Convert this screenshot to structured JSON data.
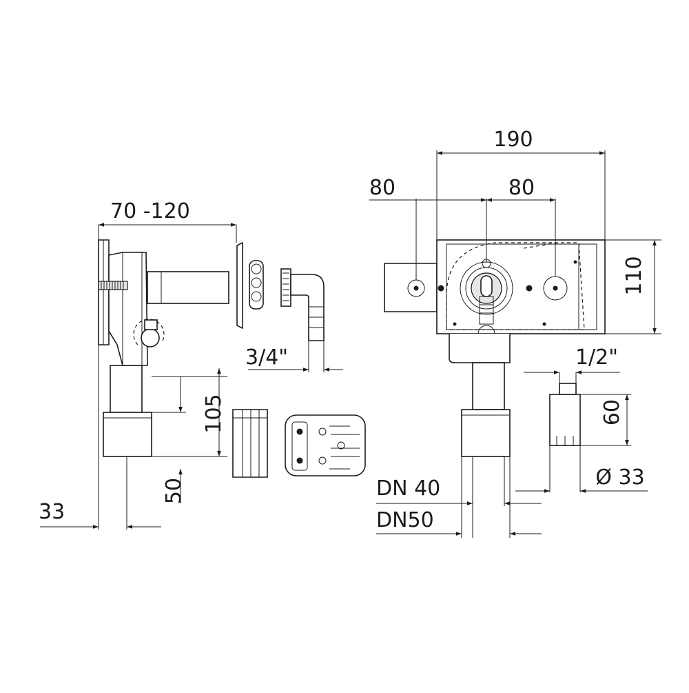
{
  "dimensions": {
    "width_range": "70 -120",
    "height_105": "105",
    "height_50": "50",
    "width_33": "33",
    "hose_thread": "3/4\"",
    "total_width": "190",
    "offset_left": "80",
    "offset_right": "80",
    "height_110": "110",
    "valve_thread": "1/2\"",
    "valve_height": "60",
    "valve_diameter": "Ø 33",
    "drain_dn40": "DN 40",
    "drain_dn50": "DN50"
  }
}
